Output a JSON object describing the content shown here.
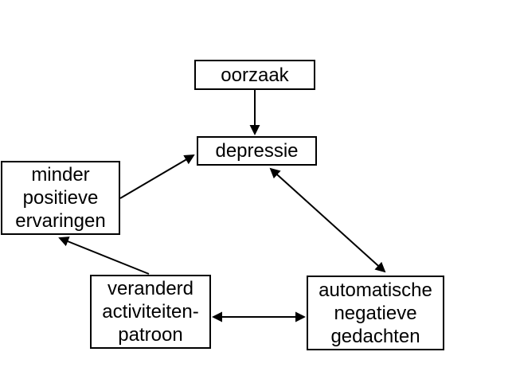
{
  "diagram": {
    "language": "nl",
    "nodes": {
      "oorzaak": {
        "label": "oorzaak"
      },
      "depressie": {
        "label": "depressie"
      },
      "minder": {
        "label": "minder\npositieve\nervaringen"
      },
      "veranderd": {
        "label": "veranderd\nactiviteiten-\npatroon"
      },
      "automatisch": {
        "label": "automatische\nnegatieve\ngedachten"
      }
    },
    "edges": [
      {
        "from": "oorzaak",
        "to": "depressie",
        "direction": "one-way"
      },
      {
        "from": "minder",
        "to": "depressie",
        "direction": "one-way"
      },
      {
        "from": "depressie",
        "to": "automatisch",
        "direction": "two-way"
      },
      {
        "from": "veranderd",
        "to": "minder",
        "direction": "one-way"
      },
      {
        "from": "veranderd",
        "to": "automatisch",
        "direction": "two-way"
      }
    ]
  },
  "colors": {
    "background": "#ffffff",
    "box_fill": "#ffffff",
    "box_border": "#000000",
    "text": "#000000",
    "arrow": "#000000"
  }
}
